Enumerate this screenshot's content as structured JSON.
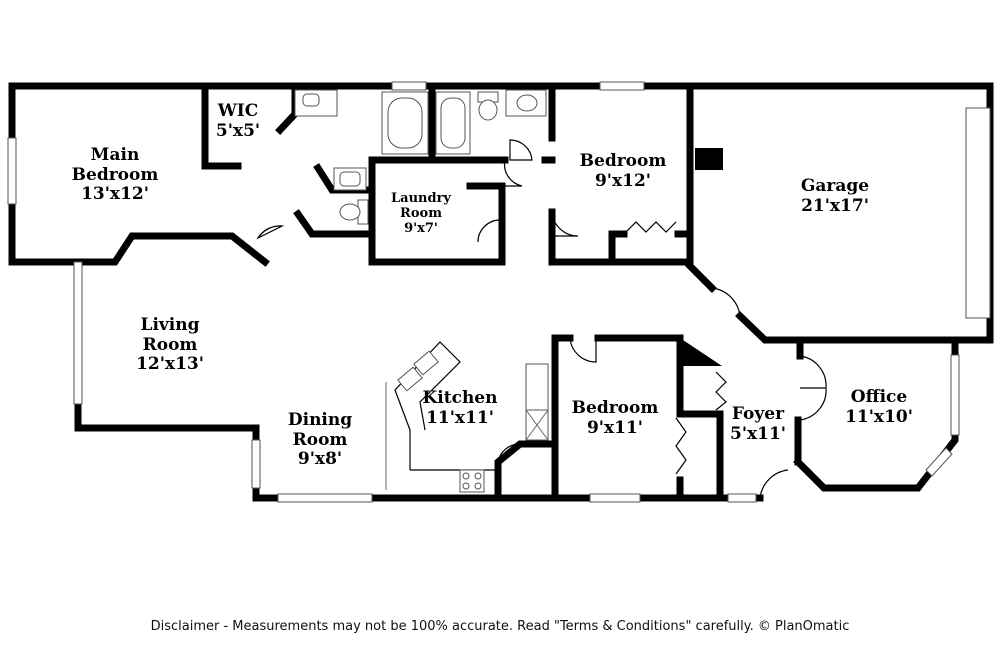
{
  "rooms": {
    "main_bedroom": {
      "name_line1": "Main",
      "name_line2": "Bedroom",
      "dim": "13'x12'"
    },
    "wic": {
      "name": "WIC",
      "dim": "5'x5'"
    },
    "laundry": {
      "name_line1": "Laundry",
      "name_line2": "Room",
      "dim": "9'x7'"
    },
    "bedroom_upper": {
      "name": "Bedroom",
      "dim": "9'x12'"
    },
    "garage": {
      "name": "Garage",
      "dim": "21'x17'"
    },
    "living": {
      "name_line1": "Living",
      "name_line2": "Room",
      "dim": "12'x13'"
    },
    "dining": {
      "name_line1": "Dining",
      "name_line2": "Room",
      "dim": "9'x8'"
    },
    "kitchen": {
      "name": "Kitchen",
      "dim": "11'x11'"
    },
    "bedroom_lower": {
      "name": "Bedroom",
      "dim": "9'x11'"
    },
    "foyer": {
      "name": "Foyer",
      "dim": "5'x11'"
    },
    "office": {
      "name": "Office",
      "dim": "11'x10'"
    }
  },
  "disclaimer": "Disclaimer - Measurements may not be 100% accurate. Read \"Terms & Conditions\" carefully. © PlanOmatic"
}
